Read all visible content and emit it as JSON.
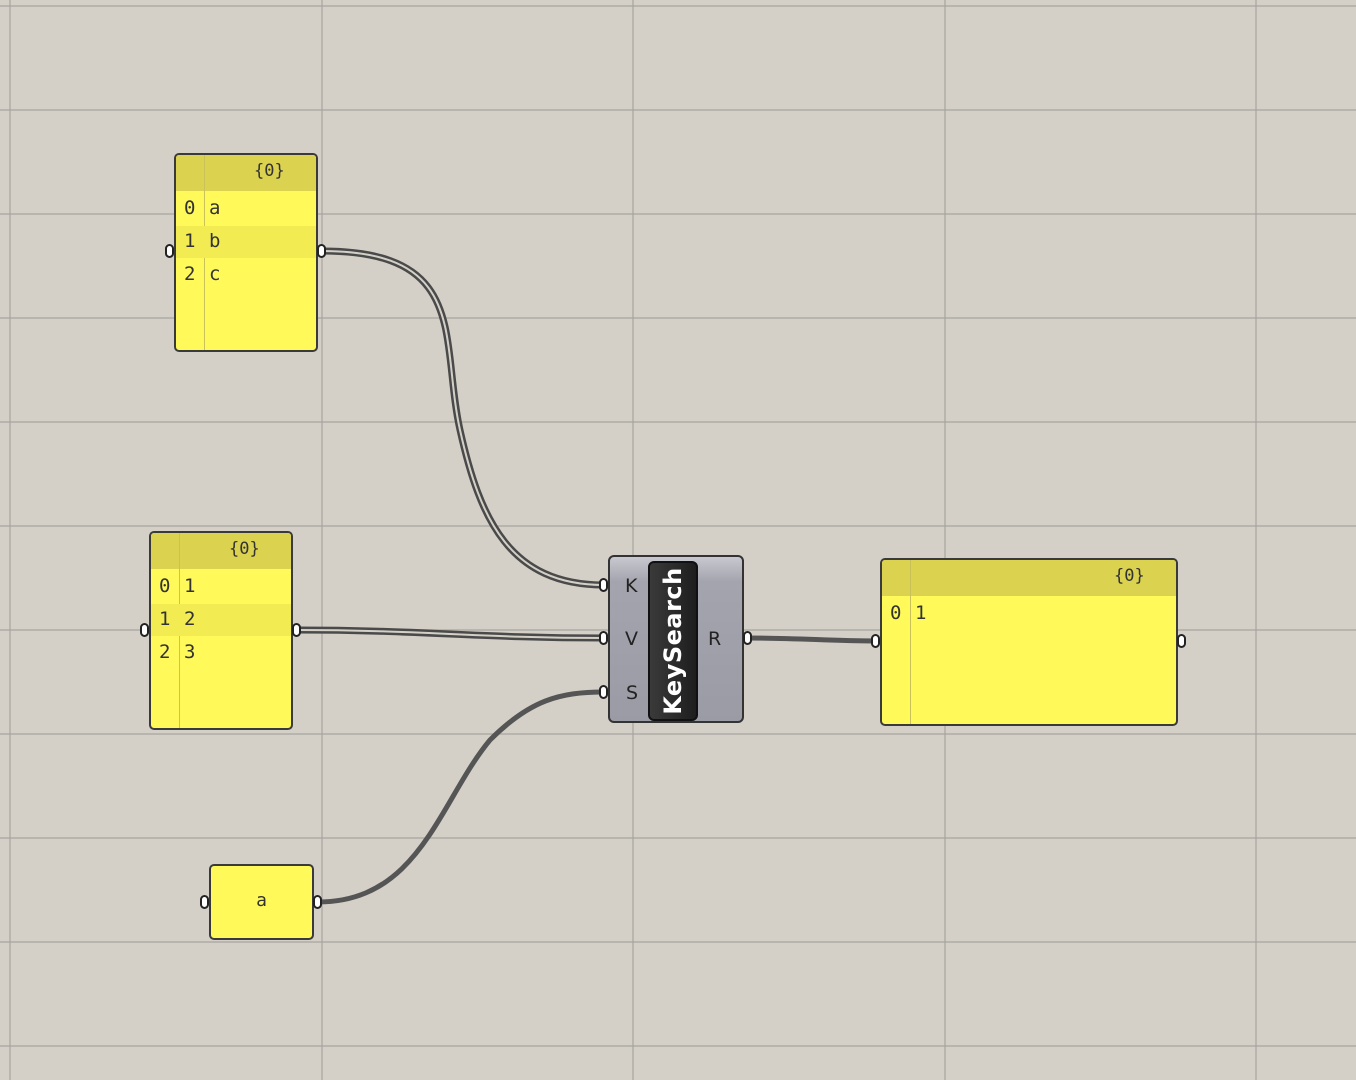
{
  "canvas": {
    "background": "#d4d0c8",
    "grid_color": "#a8a59e"
  },
  "panels": [
    {
      "path": "{0}",
      "rows": [
        {
          "index": "0",
          "value": "a"
        },
        {
          "index": "1",
          "value": "b"
        },
        {
          "index": "2",
          "value": "c"
        }
      ]
    },
    {
      "path": "{0}",
      "rows": [
        {
          "index": "0",
          "value": "1"
        },
        {
          "index": "1",
          "value": "2"
        },
        {
          "index": "2",
          "value": "3"
        }
      ]
    },
    {
      "path": "{0}",
      "rows": [
        {
          "index": "0",
          "value": "1"
        }
      ]
    }
  ],
  "component": {
    "name": "KeySearch",
    "inputs": [
      "K",
      "V",
      "S"
    ],
    "outputs": [
      "R"
    ]
  },
  "text_param": {
    "value": "a"
  },
  "colors": {
    "panel_fill": "#fffa5a",
    "panel_header": "#dbd24f",
    "wire": "#555555",
    "component_body": "#a4a4ae"
  }
}
